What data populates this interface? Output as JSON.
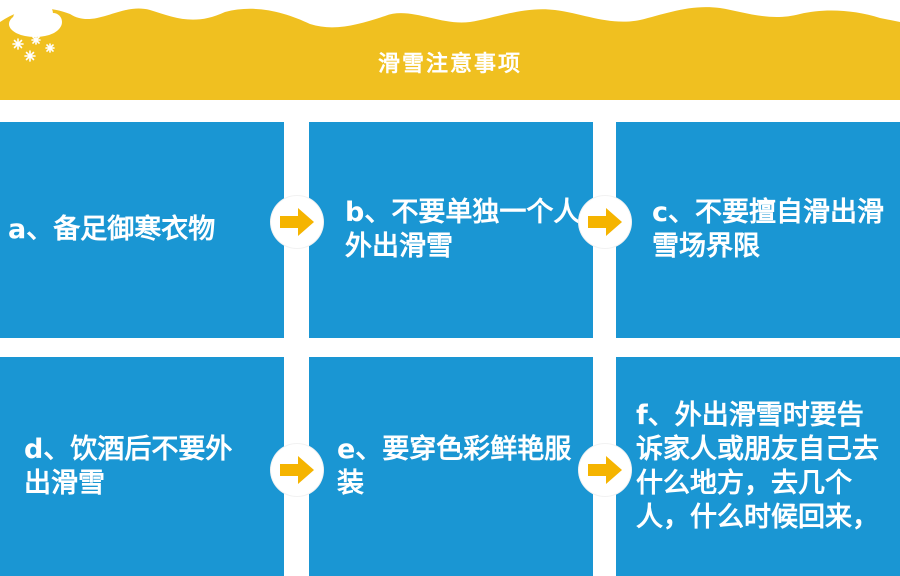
{
  "banner": {
    "title": "滑雪注意事项"
  },
  "icons": {
    "banner_icon": "snow-cloud-icon",
    "connector_icon": "arrow-right-icon"
  },
  "colors": {
    "banner": "#f0c020",
    "card": "#1a96d3",
    "arrow": "#f5b400",
    "text": "#ffffff"
  },
  "cards": [
    {
      "text": "a、备足御寒衣物"
    },
    {
      "text": "b、不要单独一个人外出滑雪"
    },
    {
      "text": "c、不要擅自滑出滑雪场界限"
    },
    {
      "text": "d、饮酒后不要外出滑雪"
    },
    {
      "text": "e、要穿色彩鲜艳服装"
    },
    {
      "text": "f、外出滑雪时要告诉家人或朋友自己去什么地方，去几个人，什么时候回来，"
    }
  ]
}
